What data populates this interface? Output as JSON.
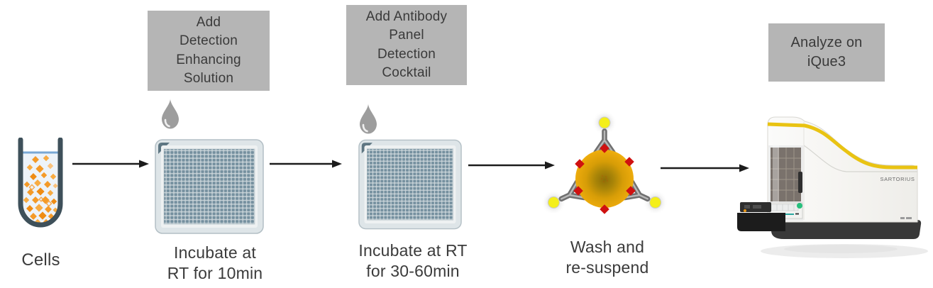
{
  "colors": {
    "box_bg": "#b5b5b5",
    "box_text": "#3a3a3a",
    "label_text": "#3b3b3b",
    "arrow": "#1c1c1c",
    "well_blue_gray": "#75909f",
    "plate_frame": "#dee5e8",
    "droplet_gray": "#9d9d9d",
    "bead_gold": "#eca90c",
    "diamond_red": "#cf1110",
    "antibody_gray": "#707070",
    "fluor_yellow": "#f4ef1a",
    "cell_orange": "#f49a28",
    "tube_outline": "#3e505a",
    "instrument_stripe_yellow": "#e9c312",
    "instrument_base_dark": "#383838"
  },
  "steps": {
    "cells": {
      "caption": "Cells"
    },
    "step1": {
      "box": "Add\nDetection\nEnhancing\nSolution",
      "caption": "Incubate at\nRT for 10min"
    },
    "step2": {
      "box": "Add Antibody\nPanel\nDetection\nCocktail",
      "caption": "Incubate at RT\nfor 30-60min"
    },
    "step3": {
      "caption": "Wash and\nre-suspend"
    },
    "step4": {
      "box": "Analyze on\niQue3",
      "device_brand": "SARTORIUS"
    }
  },
  "icons": {
    "tube": "sample-tube-with-cells",
    "droplet": "reagent-droplet",
    "plate": "384-well-microplate",
    "bead": "stained-cell-with-antibodies",
    "instrument": "ique3-flow-cytometer",
    "arrow": "flow-arrow-right"
  }
}
